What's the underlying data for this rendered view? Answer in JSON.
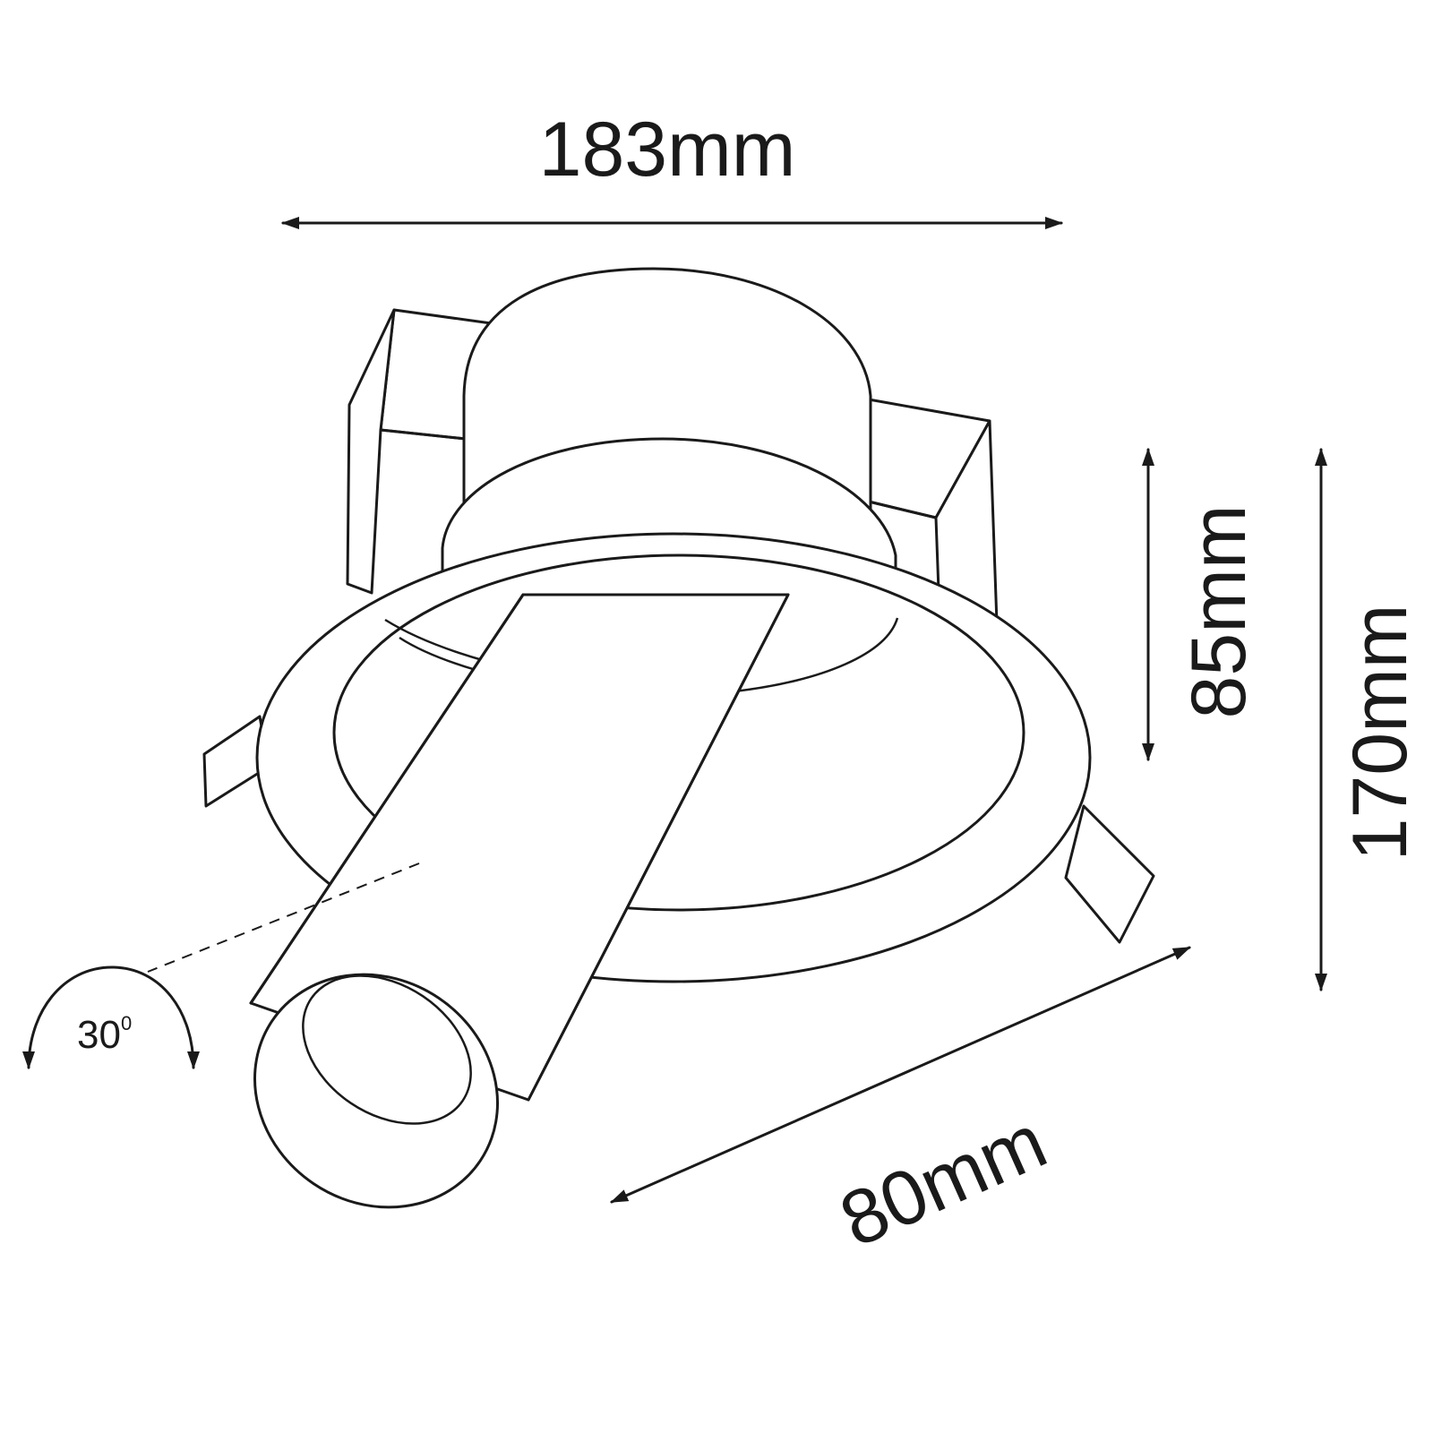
{
  "dimensions": {
    "width_label": "183mm",
    "depth_label": "85mm",
    "height_label": "170mm",
    "diameter_label": "80mm",
    "tilt_value": "30",
    "tilt_unit": "0"
  },
  "colors": {
    "line": "#1a1a1a",
    "background": "#ffffff"
  }
}
